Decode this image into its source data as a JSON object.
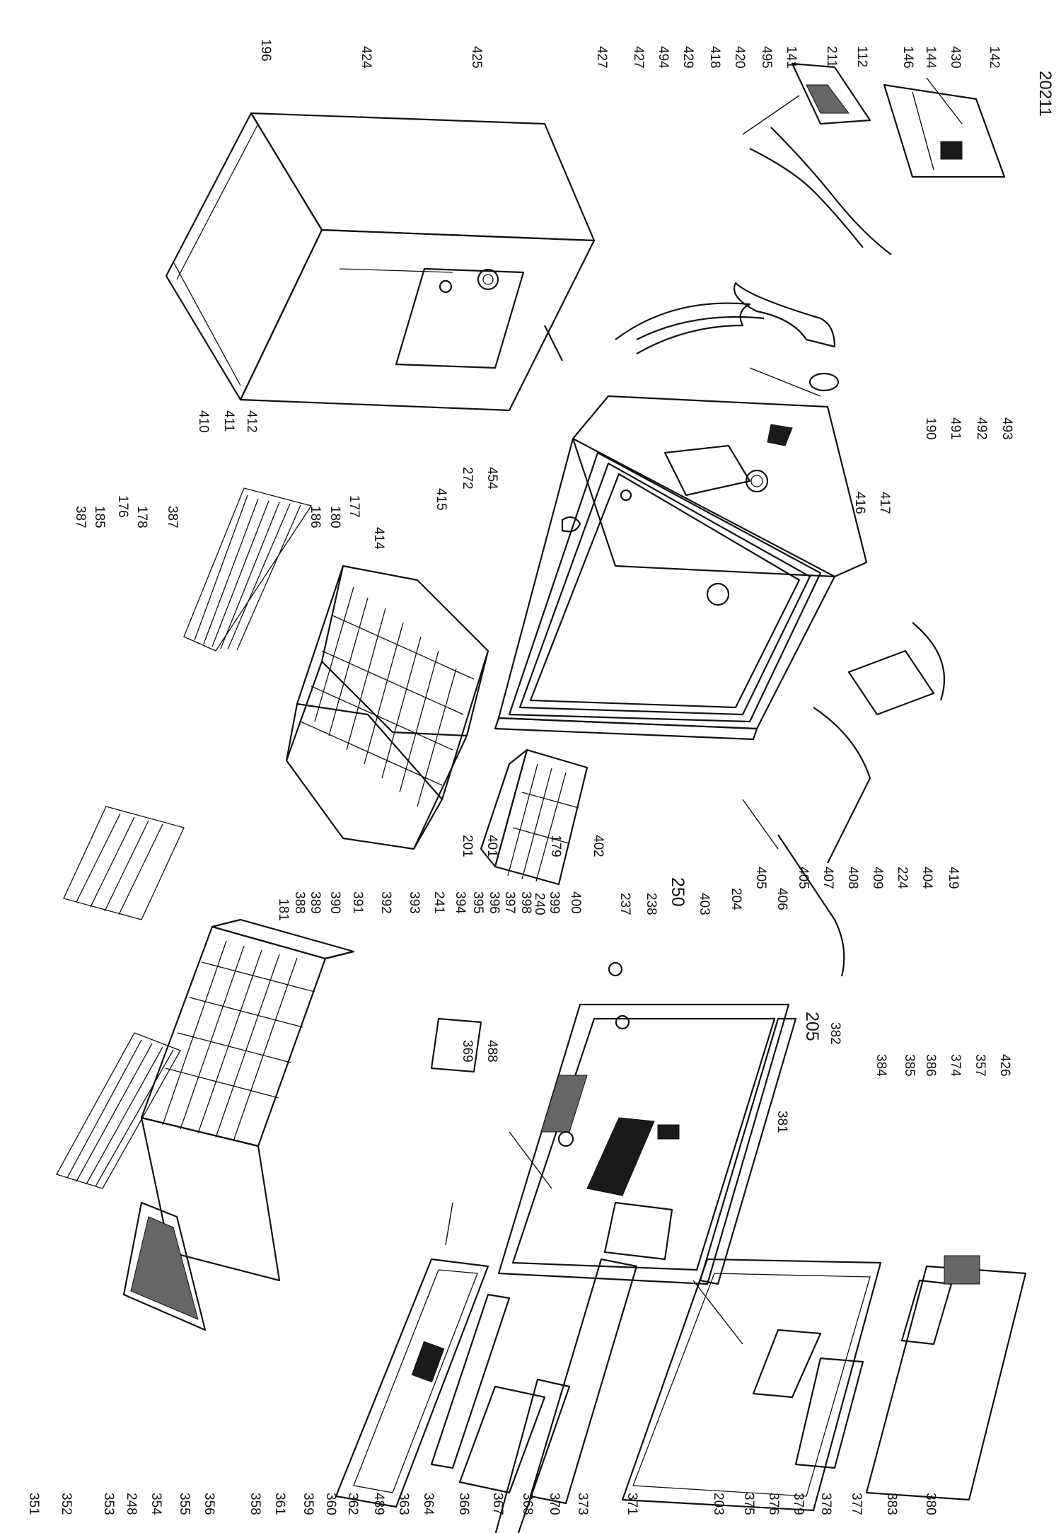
{
  "diagram": {
    "doc_id": "20211",
    "labels_bottom": [
      "351",
      "352",
      "353",
      "248",
      "354",
      "355",
      "356",
      "358",
      "361",
      "359",
      "360",
      "362",
      "489",
      "363",
      "364",
      "366",
      "367",
      "368",
      "370",
      "373",
      "371",
      "203",
      "375",
      "376",
      "379",
      "378",
      "377",
      "383",
      "380"
    ],
    "labels_top": [
      "387",
      "185",
      "176",
      "178",
      "387",
      "410",
      "411",
      "412",
      "196",
      "424",
      "425",
      "427",
      "427",
      "494",
      "429",
      "418",
      "420",
      "495",
      "141",
      "211",
      "112",
      "146",
      "144",
      "430",
      "142"
    ],
    "labels_middle_upper": [
      "415",
      "414",
      "177",
      "180",
      "186",
      "272",
      "454",
      "416",
      "417",
      "190",
      "491",
      "492",
      "493"
    ],
    "labels_middle_lower": [
      "181",
      "388",
      "389",
      "390",
      "391",
      "392",
      "393",
      "241",
      "394",
      "395",
      "396",
      "397",
      "398",
      "240",
      "399",
      "400",
      "201",
      "401",
      "179",
      "402",
      "237",
      "238",
      "250",
      "403",
      "204",
      "405",
      "406",
      "405",
      "407",
      "408",
      "409",
      "224",
      "404",
      "419"
    ],
    "labels_lower": [
      "369",
      "488",
      "205",
      "382",
      "381",
      "384",
      "385",
      "386",
      "374",
      "357",
      "426"
    ]
  }
}
